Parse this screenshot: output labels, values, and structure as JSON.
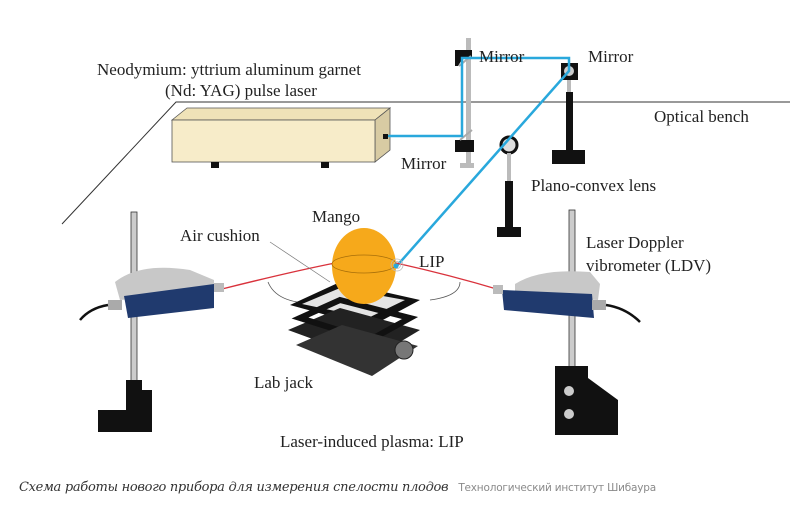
{
  "figure": {
    "labels": {
      "laser_line1": "Neodymium: yttrium aluminum garnet",
      "laser_line2": "(Nd: YAG) pulse laser",
      "mirror_top": "Mirror",
      "mirror_right": "Mirror",
      "mirror_bottom": "Mirror",
      "optical_bench": "Optical bench",
      "lens": "Plano-convex lens",
      "mango": "Mango",
      "air_cushion": "Air cushion",
      "lip": "LIP",
      "ldv_line1": "Laser Doppler",
      "ldv_line2": "vibrometer (LDV)",
      "lab_jack": "Lab jack",
      "lip_full": "Laser-induced plasma: LIP"
    },
    "colors": {
      "laser_beam": "#29a8dc",
      "ldv_beam": "#d9323c",
      "laser_body": "#f7ecc9",
      "mango": "#f6a91b",
      "ldv_body": "#203a6e",
      "ldv_cover": "#c8c8c8"
    }
  },
  "caption": {
    "text": "Схема работы нового прибора для измерения спелости плодов",
    "source": "Технологический институт Шибаура"
  }
}
